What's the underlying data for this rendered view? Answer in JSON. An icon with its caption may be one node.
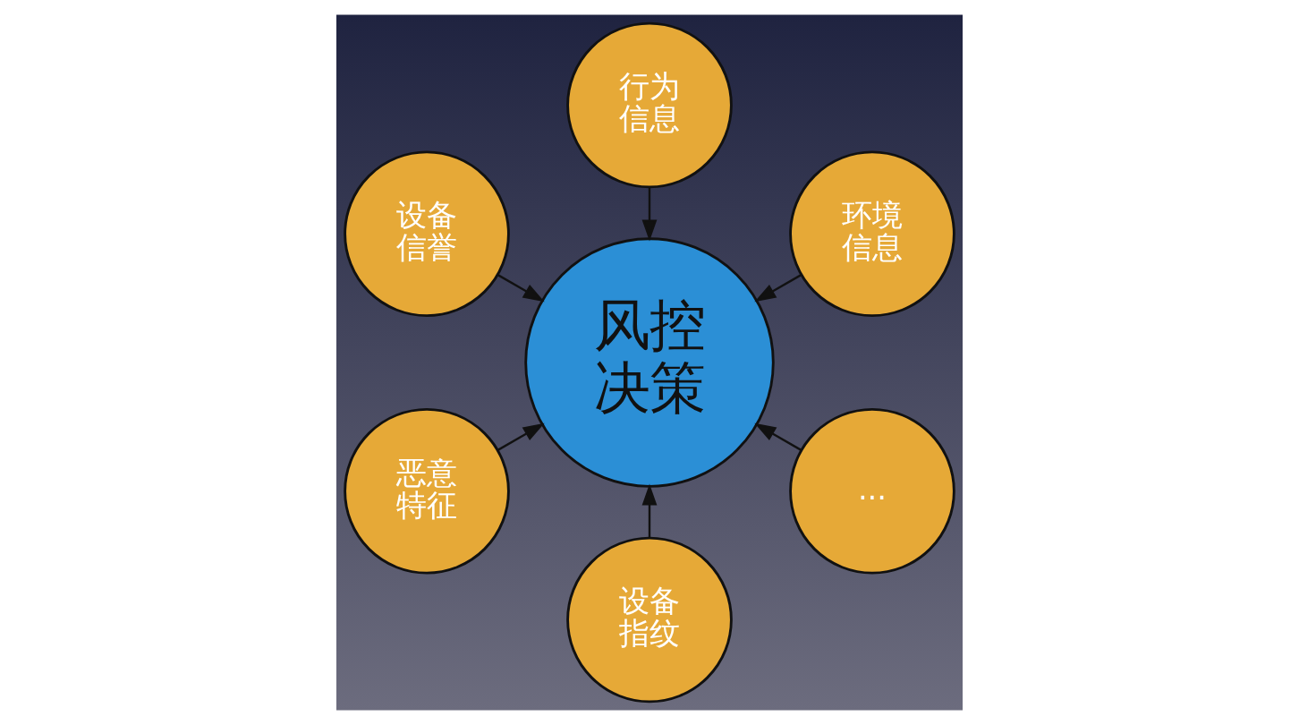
{
  "diagram": {
    "nodes": [
      {
        "text": [
          "环境信息"
        ]
      },
      {
        "text": [
          "行为信息"
        ]
      },
      {
        "text": [
          "设备信誉"
        ]
      },
      {
        "text": [
          "恶意特征"
        ]
      },
      {
        "text": [
          "设备指纹"
        ]
      },
      {
        "text": [
          "风控决策"
        ]
      },
      {
        "text": [
          "..."
        ]
      }
    ],
    "edges": [
      {
        "from": 4,
        "to": 5,
        "arrow": "to"
      },
      {
        "from": 2,
        "to": 5,
        "arrow": "to"
      },
      {
        "from": 0,
        "to": 5,
        "arrow": "to"
      },
      {
        "from": 1,
        "to": 5,
        "arrow": "to"
      },
      {
        "from": 3,
        "to": 5,
        "arrow": "to"
      },
      {
        "from": 6,
        "to": 5,
        "arrow": "to"
      }
    ]
  }
}
